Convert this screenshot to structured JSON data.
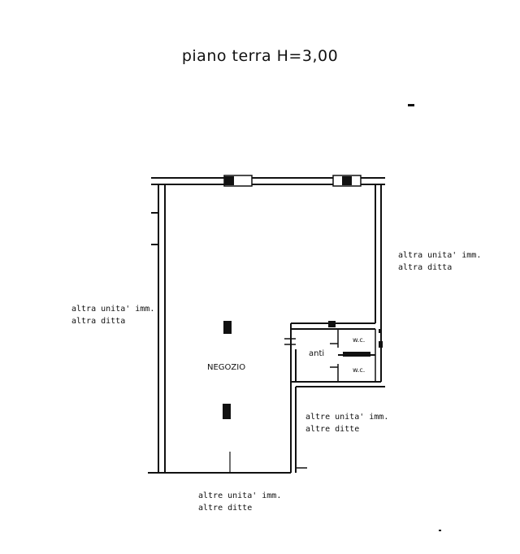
{
  "title": "piano terra H=3,00",
  "rooms": {
    "shop": "NEGOZIO",
    "anteroom": "anti",
    "wc_upper": "w.c.",
    "wc_lower": "w.c."
  },
  "neighbors": {
    "left": {
      "line1": "altra unita' imm.",
      "line2": "altra ditta"
    },
    "right_top": {
      "line1": "altra unita' imm.",
      "line2": "altra ditta"
    },
    "right_bottom": {
      "line1": "altre unita' imm.",
      "line2": "altre ditte"
    },
    "bottom": {
      "line1": "altre unita' imm.",
      "line2": "altre ditte"
    }
  },
  "colors": {
    "ink": "#111111",
    "paper": "#ffffff"
  }
}
